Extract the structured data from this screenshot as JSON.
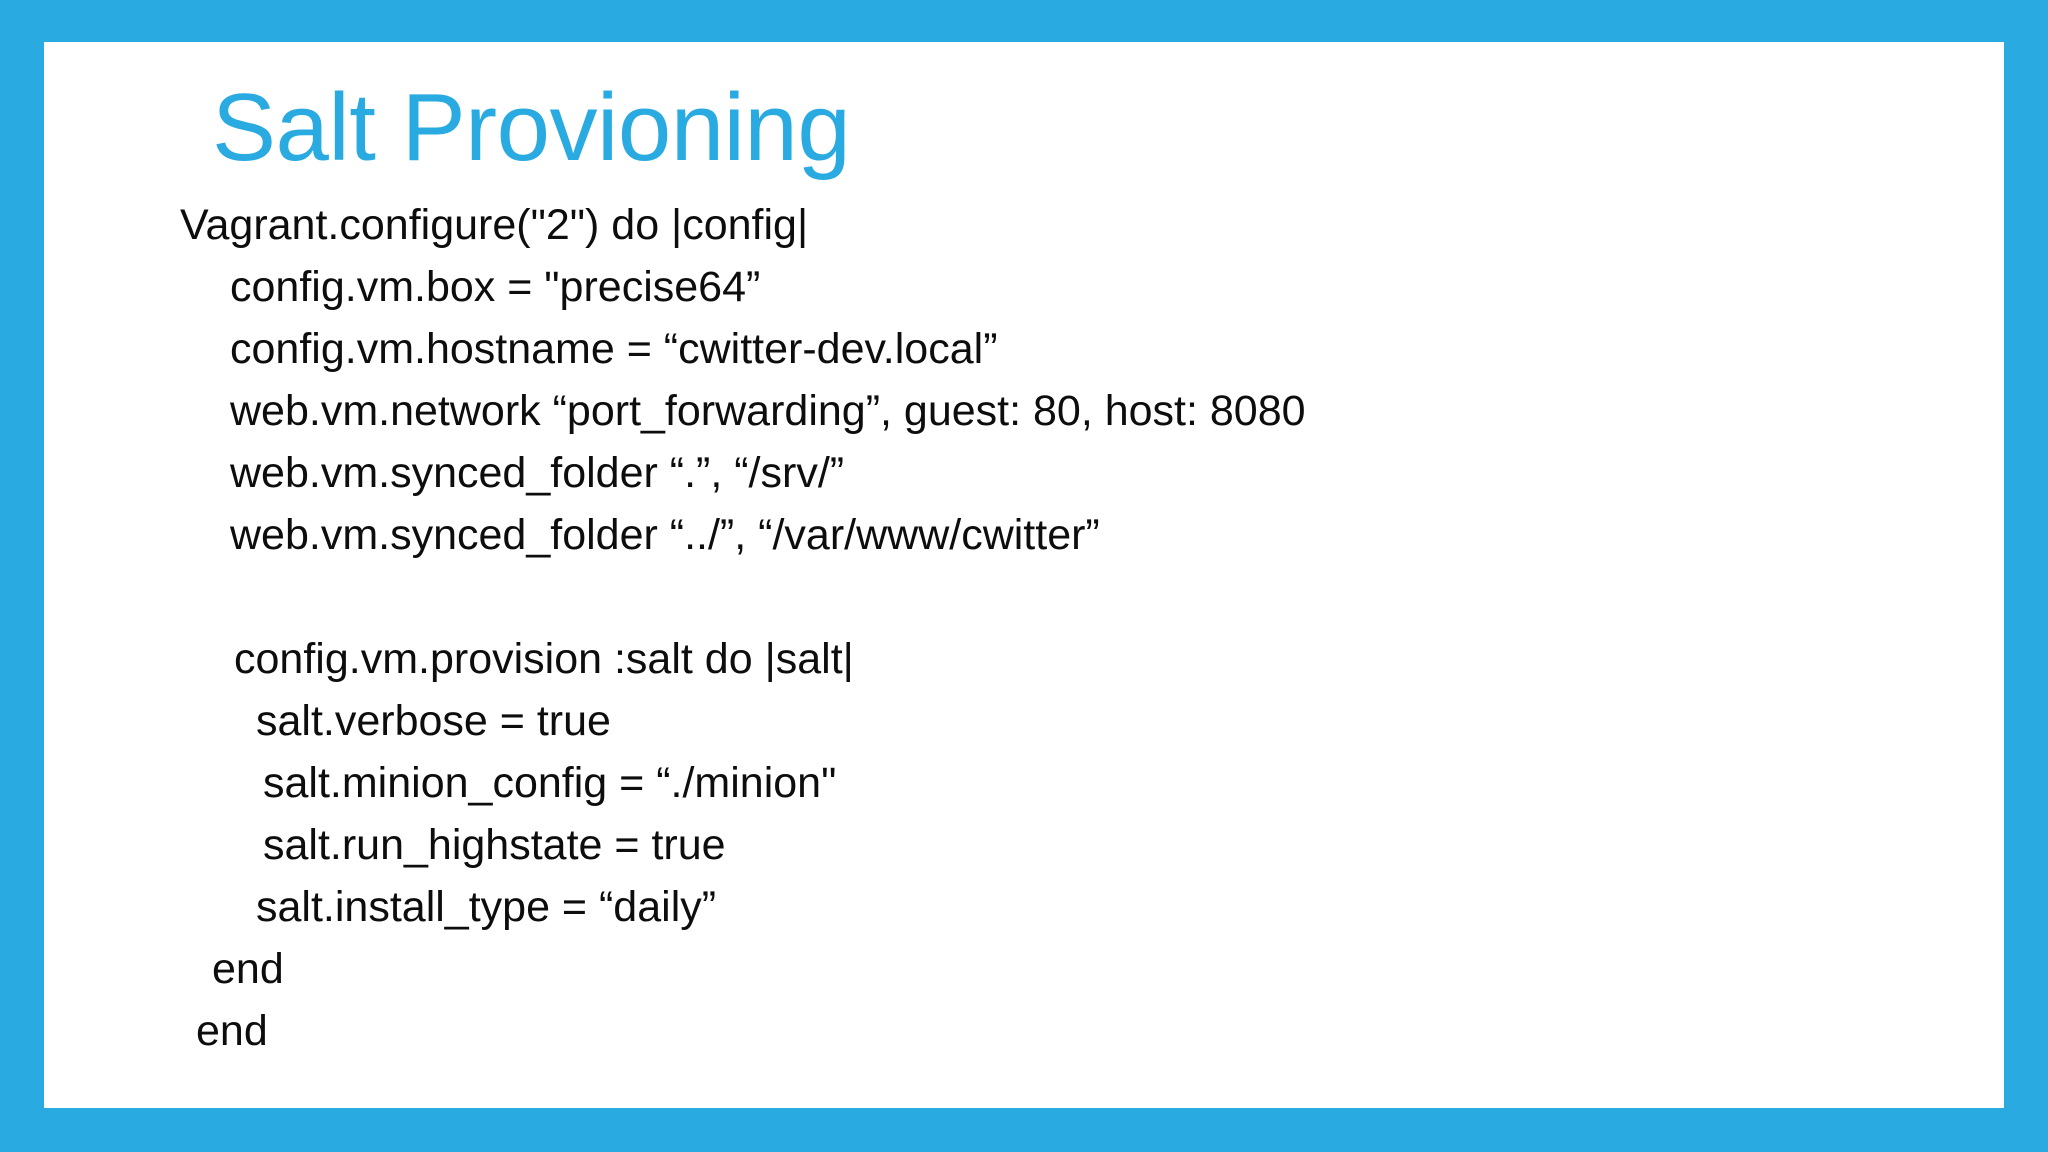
{
  "slide": {
    "title": "Salt Provioning",
    "border_color": "#29ABE2",
    "title_color": "#29ABE2",
    "background_color": "#FFFFFF",
    "text_color": "#0D0D0D",
    "code_lines": [
      {
        "text": "Vagrant.configure(\"2\") do |config|",
        "indent": 0
      },
      {
        "text": "config.vm.box = \"precise64”",
        "indent": 1
      },
      {
        "text": "config.vm.hostname = “cwitter-dev.local”",
        "indent": 1
      },
      {
        "text": "web.vm.network “port_forwarding”, guest: 80, host: 8080",
        "indent": 1
      },
      {
        "text": "web.vm.synced_folder “.”, “/srv/”",
        "indent": 1
      },
      {
        "text": "web.vm.synced_folder “../”, “/var/www/cwitter”",
        "indent": 1
      },
      {
        "text": "",
        "indent": 1
      },
      {
        "text": "config.vm.provision :salt do |salt|",
        "indent": 2
      },
      {
        "text": "salt.verbose = true",
        "indent": 4
      },
      {
        "text": "salt.minion_config = “./minion\"",
        "indent": 3
      },
      {
        "text": "salt.run_highstate = true",
        "indent": 3
      },
      {
        "text": "salt.install_type = “daily”",
        "indent": 4
      },
      {
        "text": "end",
        "indent": 5
      },
      {
        "text": "end",
        "indent": 6
      }
    ]
  }
}
